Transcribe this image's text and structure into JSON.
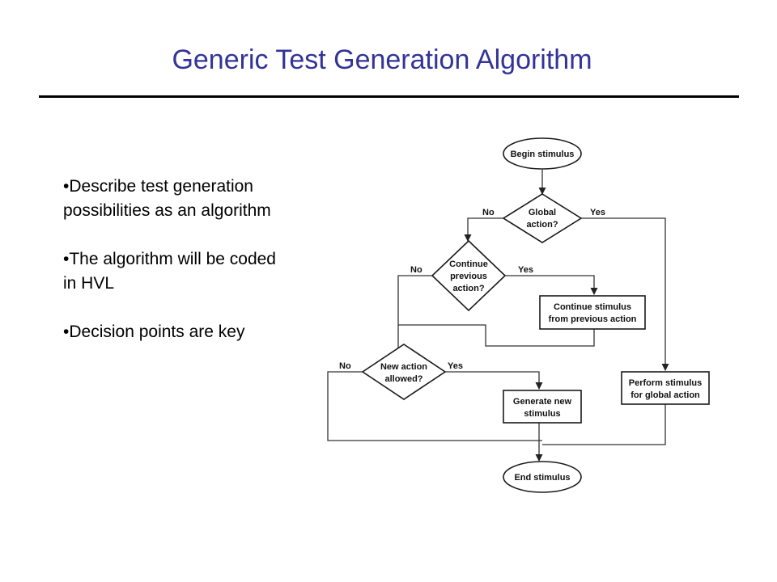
{
  "title": "Generic Test Generation Algorithm",
  "bullets": [
    "Describe test generation possibilities as an algorithm",
    "The algorithm will be coded in HVL",
    "Decision points are key"
  ],
  "flowchart": {
    "begin": "Begin stimulus",
    "global_action": [
      "Global",
      "action?"
    ],
    "continue_previous": [
      "Continue",
      "previous",
      "action?"
    ],
    "continue_stimulus": [
      "Continue stimulus",
      "from previous action"
    ],
    "new_action": [
      "New action",
      "allowed?"
    ],
    "generate_new": [
      "Generate new",
      "stimulus"
    ],
    "perform_global": [
      "Perform stimulus",
      "for global action"
    ],
    "end": "End stimulus",
    "labels": {
      "yes": "Yes",
      "no": "No"
    }
  }
}
